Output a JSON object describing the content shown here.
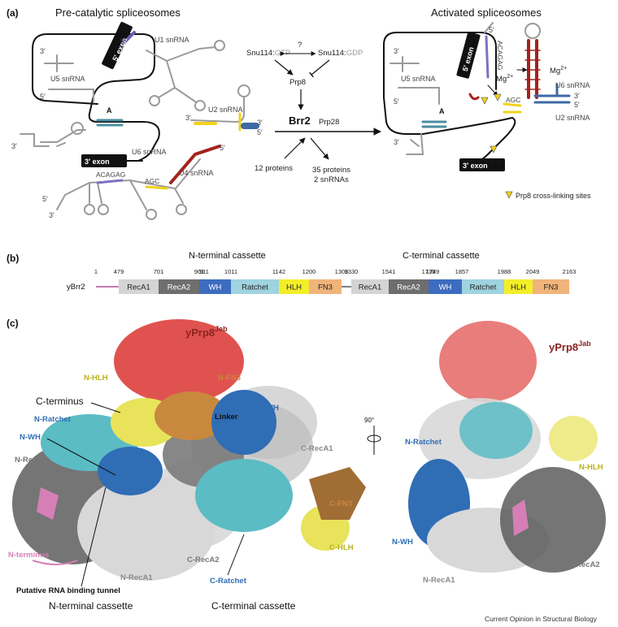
{
  "panel_a": {
    "label": "(a)",
    "title_left": "Pre-catalytic spliceosomes",
    "title_right": "Activated spliceosomes",
    "left": {
      "three_prime_labels": [
        "3′",
        "3′",
        "3′",
        "3′",
        "3′"
      ],
      "five_prime_labels": [
        "5′",
        "5′",
        "5′",
        "5′",
        "5′"
      ],
      "u1": "U1 snRNA",
      "u5": "U5 snRNA",
      "u2": "U2 snRNA",
      "u6": "U6 snRNA",
      "u4": "U4 snRNA",
      "exon5": "5′ exon",
      "exon3": "3′ exon",
      "branch_a": "A",
      "acagag": "ACAGAG",
      "agc": "AGC"
    },
    "middle": {
      "snu_gtp_prefix": "Snu114:",
      "snu_gtp_suffix": "GTP",
      "snu_gdp_prefix": "Snu114:",
      "snu_gdp_suffix": "GDP",
      "question": "?",
      "prp8": "Prp8",
      "brr2": "Brr2",
      "prp28": "Prp28",
      "twelve": "12 proteins",
      "thirtyfive_1": "35 proteins",
      "thirtyfive_2": "2 snRNAs"
    },
    "right": {
      "three_prime_labels": [
        "3′",
        "3′",
        "3′",
        "3′",
        "3′"
      ],
      "five_prime_labels": [
        "5′",
        "5′",
        "5′",
        "5′",
        "5′"
      ],
      "u5": "U5 snRNA",
      "u6": "U6 snRNA",
      "u2": "U2 snRNA",
      "exon5": "5′ exon",
      "exon3": "3′ exon",
      "acagag": "ACAGAG",
      "agc": "AGC",
      "mg": "Mg",
      "mg_sup": "2+",
      "branch_a": "A",
      "legend": "Prp8 cross-linking sites"
    }
  },
  "panel_b": {
    "label": "(b)",
    "n_cassette": "N-terminal cassette",
    "c_cassette": "C-terminal cassette",
    "protein": "yBrr2",
    "positions": [
      "1",
      "479",
      "701",
      "901",
      "911",
      "1011",
      "1142",
      "1200",
      "1309",
      "1330",
      "1541",
      "1739",
      "1749",
      "1857",
      "1988",
      "2049",
      "2163"
    ],
    "domains": [
      {
        "name": "RecA1",
        "color": "#d4d4d4"
      },
      {
        "name": "RecA2",
        "color": "#6e6e6e"
      },
      {
        "name": "WH",
        "color": "#3d6cc0"
      },
      {
        "name": "Ratchet",
        "color": "#9fd3df"
      },
      {
        "name": "HLH",
        "color": "#f3ee2a"
      },
      {
        "name": "FN3",
        "color": "#f0b47a"
      },
      {
        "name": "RecA1",
        "color": "#d4d4d4"
      },
      {
        "name": "RecA2",
        "color": "#6e6e6e"
      },
      {
        "name": "WH",
        "color": "#3d6cc0"
      },
      {
        "name": "Ratchet",
        "color": "#9fd3df"
      },
      {
        "name": "HLH",
        "color": "#f3ee2a"
      },
      {
        "name": "FN3",
        "color": "#f0b47a"
      }
    ]
  },
  "panel_c": {
    "label": "(c)",
    "left_labels": {
      "yprp8": "yPrp8",
      "yprp8_sup": "Jab",
      "n_hlh": "N-HLH",
      "n_fn3": "N-FN3",
      "c_terminus": "C-terminus",
      "linker": "Linker",
      "c_wh": "C-WH",
      "n_ratchet": "N-Ratchet",
      "n_wh": "N-WH",
      "c_reca1": "C-RecA1",
      "n_reca2": "N-RecA2",
      "c_fn3": "C-FN3",
      "c_hlh": "C-HLH",
      "n_terminus": "N-terminus",
      "c_reca2": "C-RecA2",
      "n_reca1": "N-RecA1",
      "c_ratchet": "C-Ratchet",
      "tunnel": "Putative RNA binding tunnel",
      "n_cassette": "N-terminal cassette",
      "c_cassette": "C-terminal cassette"
    },
    "rotation": "90°",
    "right_labels": {
      "yprp8": "yPrp8",
      "yprp8_sup": "Jab",
      "n_ratchet": "N-Ratchet",
      "n_hlh": "N-HLH",
      "n_wh": "N-WH",
      "n_reca1": "N-RecA1",
      "n_reca2": "N-RecA2"
    }
  },
  "footer": "Current Opinion in Structural Biology",
  "colors": {
    "prp8": "#e0524f",
    "hlh": "#e8e35a",
    "fn3": "#c8883e",
    "wh": "#2f6db5",
    "ratchet": "#5bbcc4",
    "reca2": "#5d5d5d",
    "reca1": "#d8d8d8",
    "nterm": "#d67fb6",
    "u6_red": "#a3231c",
    "u2_blue": "#3e6aa5",
    "branch_teal": "#4c8ea0",
    "yellow": "#f2d21b"
  }
}
